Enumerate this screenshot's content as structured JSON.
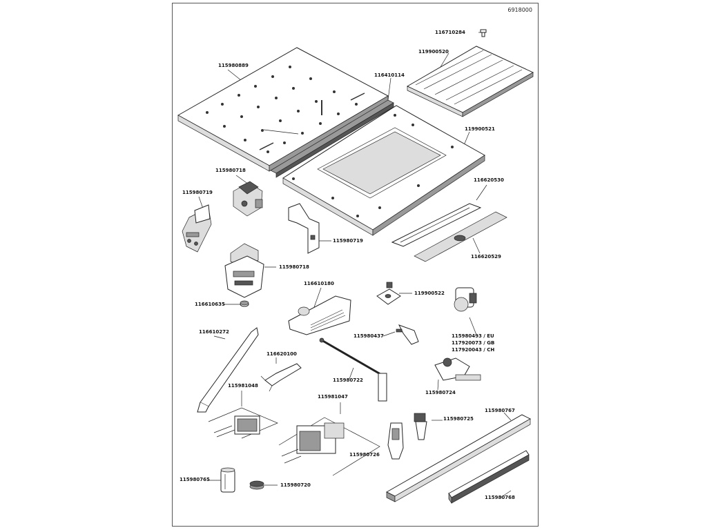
{
  "document_number": "6918000",
  "parts": [
    {
      "id": "p1",
      "label": "116710284"
    },
    {
      "id": "p2",
      "label": "119900520"
    },
    {
      "id": "p3",
      "label": "115980889"
    },
    {
      "id": "p4",
      "label": "116410114"
    },
    {
      "id": "p5",
      "label": "119900521"
    },
    {
      "id": "p6",
      "label": "115980718"
    },
    {
      "id": "p7",
      "label": "115980719"
    },
    {
      "id": "p8",
      "label": "116620530"
    },
    {
      "id": "p9",
      "label": "115980719"
    },
    {
      "id": "p10",
      "label": "116620529"
    },
    {
      "id": "p11",
      "label": "115980718"
    },
    {
      "id": "p12",
      "label": "116610180"
    },
    {
      "id": "p13",
      "label": "119900522"
    },
    {
      "id": "p14",
      "label": "116610635"
    },
    {
      "id": "p15",
      "label": "115980437"
    },
    {
      "id": "p16",
      "label": "116610272"
    },
    {
      "id": "p17",
      "label": "115980493 / EU"
    },
    {
      "id": "p18",
      "label": "117920073 / GB"
    },
    {
      "id": "p19",
      "label": "117920043 / CH"
    },
    {
      "id": "p20",
      "label": "116620100"
    },
    {
      "id": "p21",
      "label": "115980722"
    },
    {
      "id": "p22",
      "label": "115980724"
    },
    {
      "id": "p23",
      "label": "115981048"
    },
    {
      "id": "p24",
      "label": "115981047"
    },
    {
      "id": "p25",
      "label": "115980767"
    },
    {
      "id": "p26",
      "label": "115980725"
    },
    {
      "id": "p27",
      "label": "115980726"
    },
    {
      "id": "p28",
      "label": "115980765"
    },
    {
      "id": "p29",
      "label": "115980720"
    },
    {
      "id": "p30",
      "label": "115980768"
    }
  ]
}
